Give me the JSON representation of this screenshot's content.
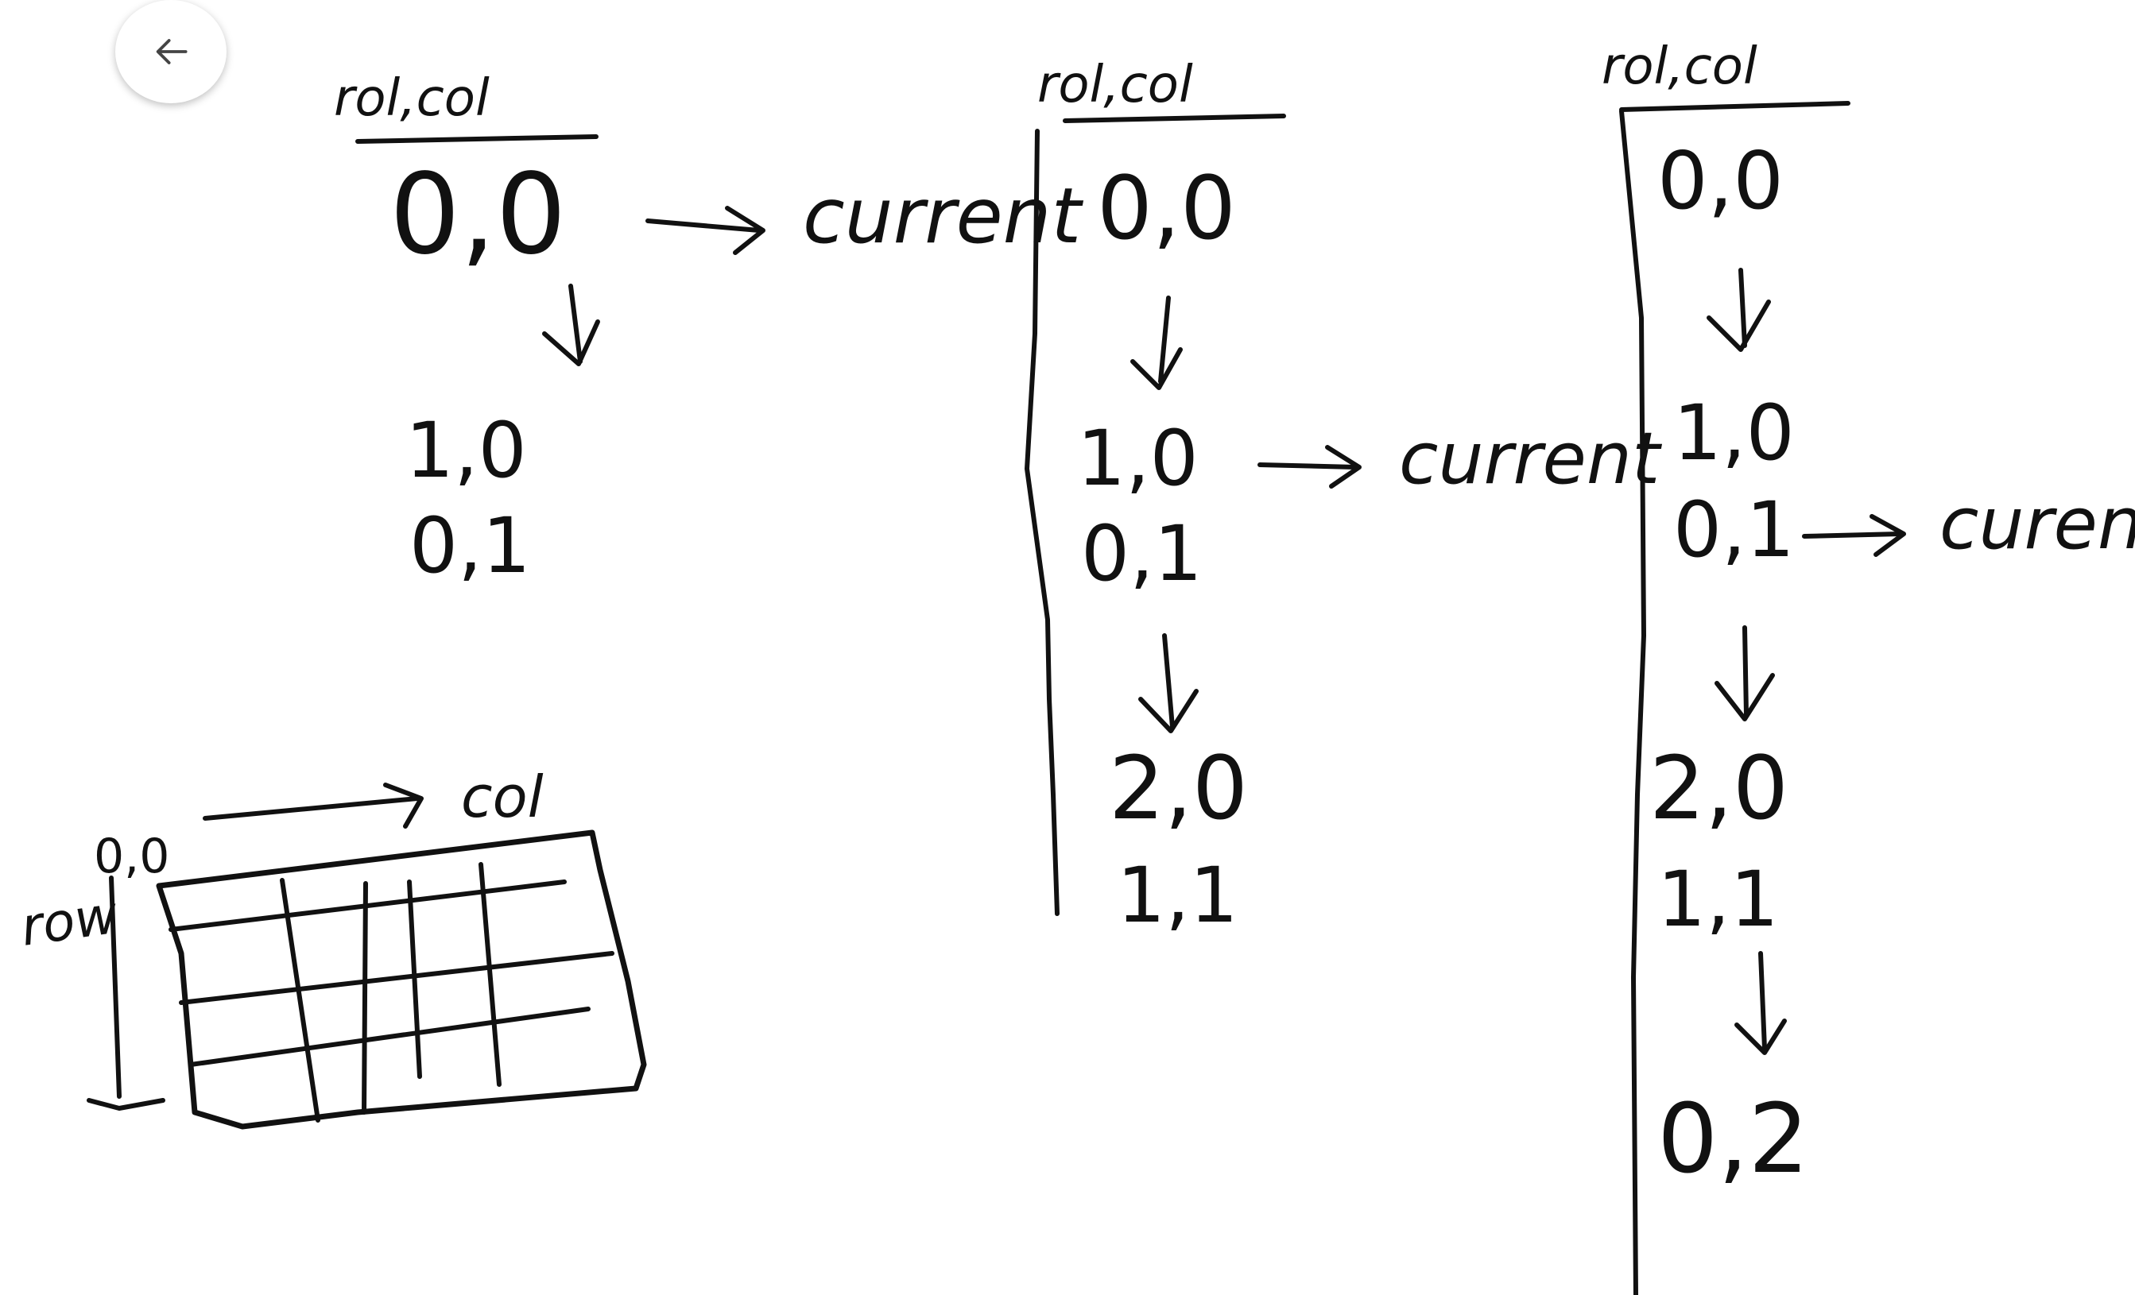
{
  "toolbar": {
    "back_icon": "arrow-left-icon"
  },
  "sketch": {
    "stage1": {
      "header": "rol,col",
      "start": "0,0",
      "current_label": "current",
      "next": [
        "1,0",
        "0,1"
      ]
    },
    "stage2": {
      "header": "rol,col",
      "start": "0,0",
      "mid": [
        "1,0",
        "0,1"
      ],
      "current_label": "current",
      "next": [
        "2,0",
        "1,1"
      ]
    },
    "stage3": {
      "header": "rol,col",
      "start": "0,0",
      "step1": "1,0",
      "step2": "0,1",
      "current_label": "curent",
      "next": [
        "2,0",
        "1,1"
      ],
      "last": "0,2"
    },
    "grid": {
      "origin": "0,0",
      "col_label": "col",
      "row_label": "row"
    }
  },
  "colors": {
    "ink": "#111111",
    "background": "#ffffff"
  }
}
